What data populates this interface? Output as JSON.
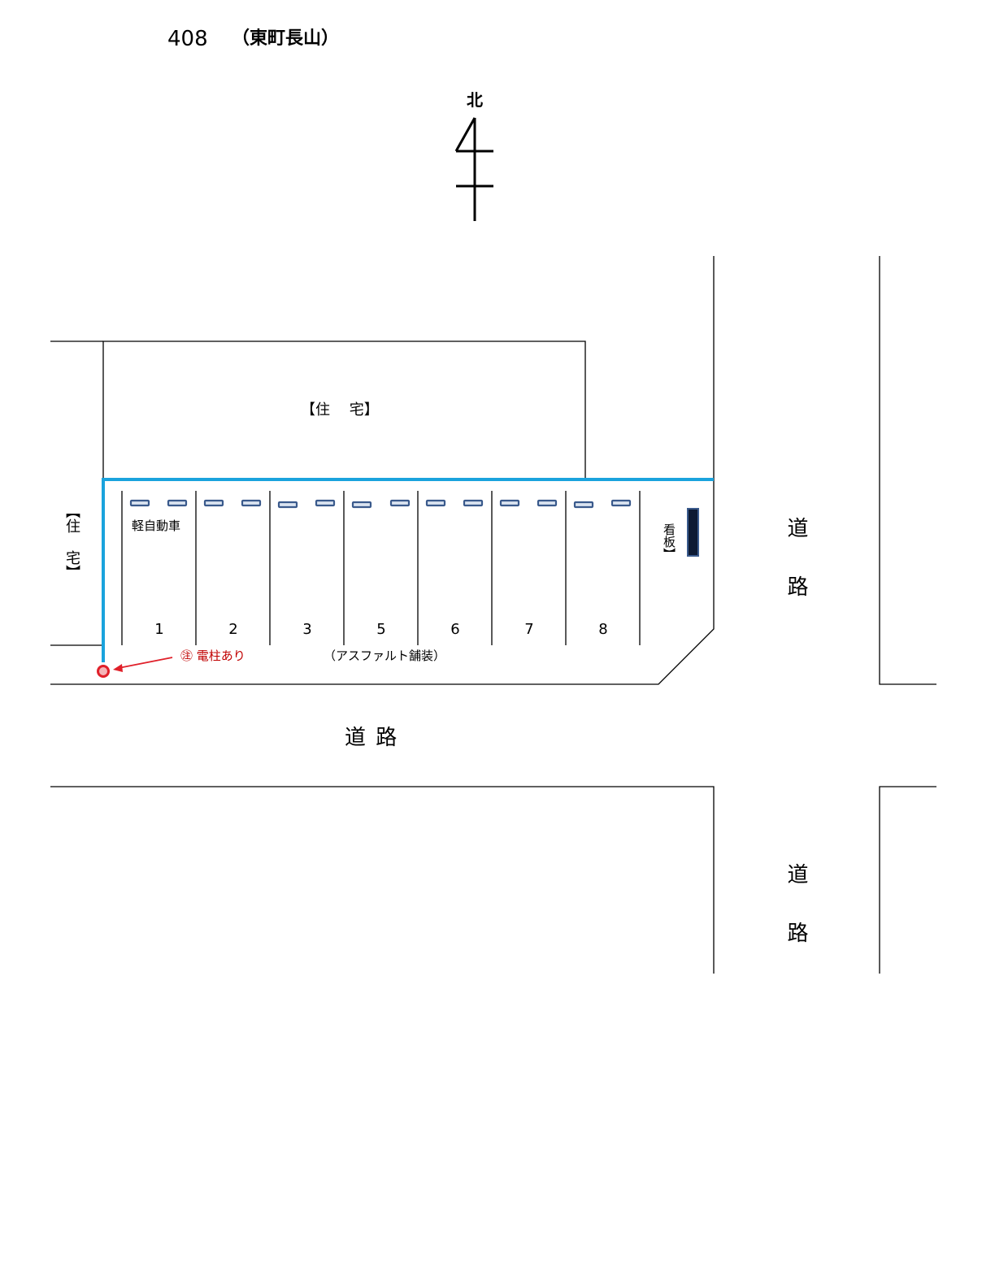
{
  "header": {
    "lot_number": "408",
    "area_name": "（東町長山）"
  },
  "compass": {
    "label": "北"
  },
  "labels": {
    "house_top": "【住　 宅】",
    "house_left": "【住 宅】",
    "road_bottom": "道 路",
    "road_right_upper": "道 路",
    "road_right_lower": "道 路",
    "signboard": "看板】",
    "kei_car": "軽自動車",
    "pavement": "（アスファルト舗装）",
    "utility_pole_note": "㊟ 電柱あり"
  },
  "parking": {
    "space_numbers": [
      "1",
      "2",
      "3",
      "5",
      "6",
      "7",
      "8"
    ]
  },
  "colors": {
    "lot_boundary": "#1aa3dd",
    "car_stop_fill": "#dbe4f0",
    "car_stop_stroke": "#3a5a8c",
    "pole": "#e0202a",
    "note": "#c00000",
    "signboard": "#0d1a33"
  },
  "icons": {
    "compass": "north-arrow-icon",
    "pole": "utility-pole-icon",
    "signboard": "signboard-icon"
  }
}
